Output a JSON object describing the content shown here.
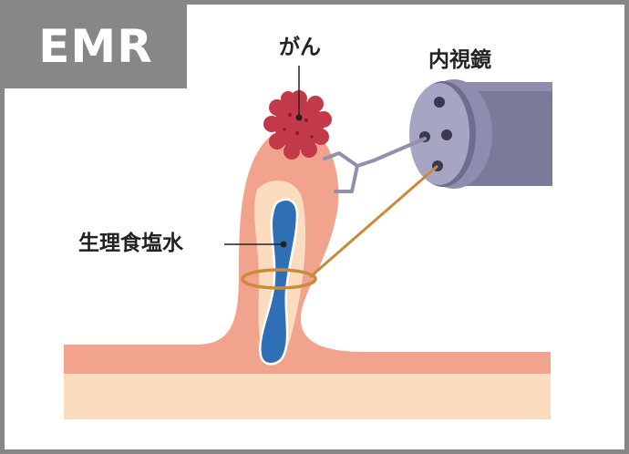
{
  "badge": {
    "text": "EMR"
  },
  "labels": {
    "cancer": "がん",
    "endoscope": "内視鏡",
    "saline": "生理食塩水"
  },
  "colors": {
    "frame": "#878787",
    "mucosa": "#f2a38e",
    "submucosa": "#fbdcbf",
    "tumor": "#c23a4a",
    "saline": "#2f6fb6",
    "snare": "#c98b3b",
    "endoscope": "#7b7a99"
  }
}
